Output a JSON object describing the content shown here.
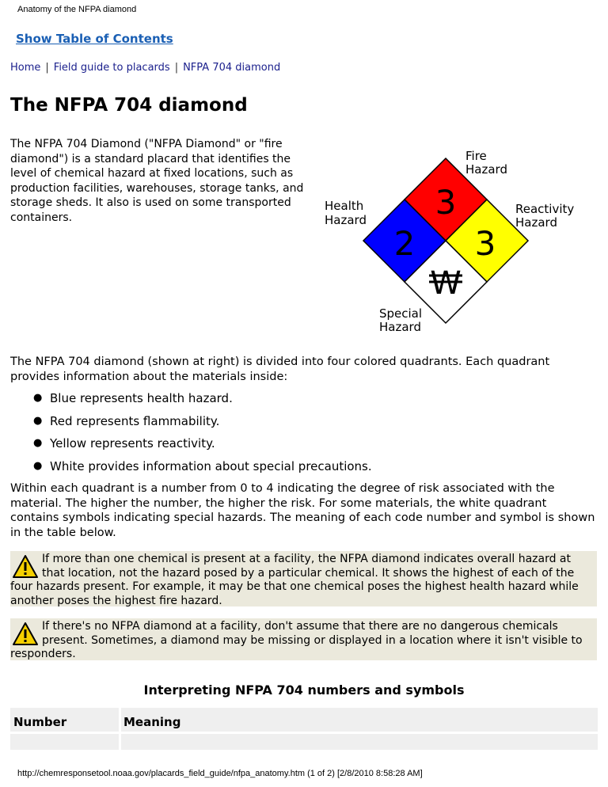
{
  "header": {
    "print_title": "Anatomy of the NFPA diamond"
  },
  "toc": {
    "label": "Show Table of Contents"
  },
  "breadcrumb": {
    "items": [
      "Home",
      "Field guide to placards",
      "NFPA 704 diamond"
    ],
    "separator": "|"
  },
  "page": {
    "title": "The NFPA 704 diamond",
    "intro": "The NFPA 704 Diamond (\"NFPA Diamond\" or \"fire diamond\") is a standard placard that identifies the level of chemical hazard at fixed locations, such as production facilities, warehouses, storage tanks, and storage sheds. It also is used on some transported containers.",
    "division_para": "The NFPA 704 diamond (shown at right) is divided into four colored quadrants. Each quadrant provides information about the materials inside:",
    "bullets": [
      "Blue represents health hazard.",
      "Red represents flammability.",
      "Yellow represents reactivity.",
      "White provides information about special precautions."
    ],
    "quadrant_para": "Within each quadrant is a number from 0 to 4 indicating the degree of risk associated with the material. The higher the number, the higher the risk. For some materials, the white quadrant contains symbols indicating special hazards. The meaning of each code number and symbol is shown in the table below.",
    "notes": [
      "If more than one chemical is present at a facility, the NFPA diamond indicates overall hazard at that location, not the hazard posed by a particular chemical. It shows the highest of each of the four hazards present. For example, it may be that one chemical poses the highest health hazard while another poses the highest fire hazard.",
      "If there's no NFPA diamond at a facility, don't assume that there are no dangerous chemicals present. Sometimes, a diamond may be missing or displayed in a location where it isn't visible to responders."
    ]
  },
  "diamond": {
    "labels": {
      "fire": [
        "Fire",
        "Hazard"
      ],
      "health": [
        "Health",
        "Hazard"
      ],
      "reactivity": [
        "Reactivity",
        "Hazard"
      ],
      "special": [
        "Special",
        "Hazard"
      ]
    },
    "values": {
      "fire": "3",
      "health": "2",
      "reactivity": "3",
      "special": "W"
    },
    "colors": {
      "fire": "#ff0000",
      "health": "#0000ff",
      "reactivity": "#ffff00",
      "special": "#ffffff"
    }
  },
  "table": {
    "title": "Interpreting NFPA 704 numbers and symbols",
    "headers": [
      "Number",
      "Meaning"
    ]
  },
  "footer": {
    "text": "http://chemresponsetool.noaa.gov/placards_field_guide/nfpa_anatomy.htm (1 of 2) [2/8/2010 8:58:28 AM]"
  }
}
